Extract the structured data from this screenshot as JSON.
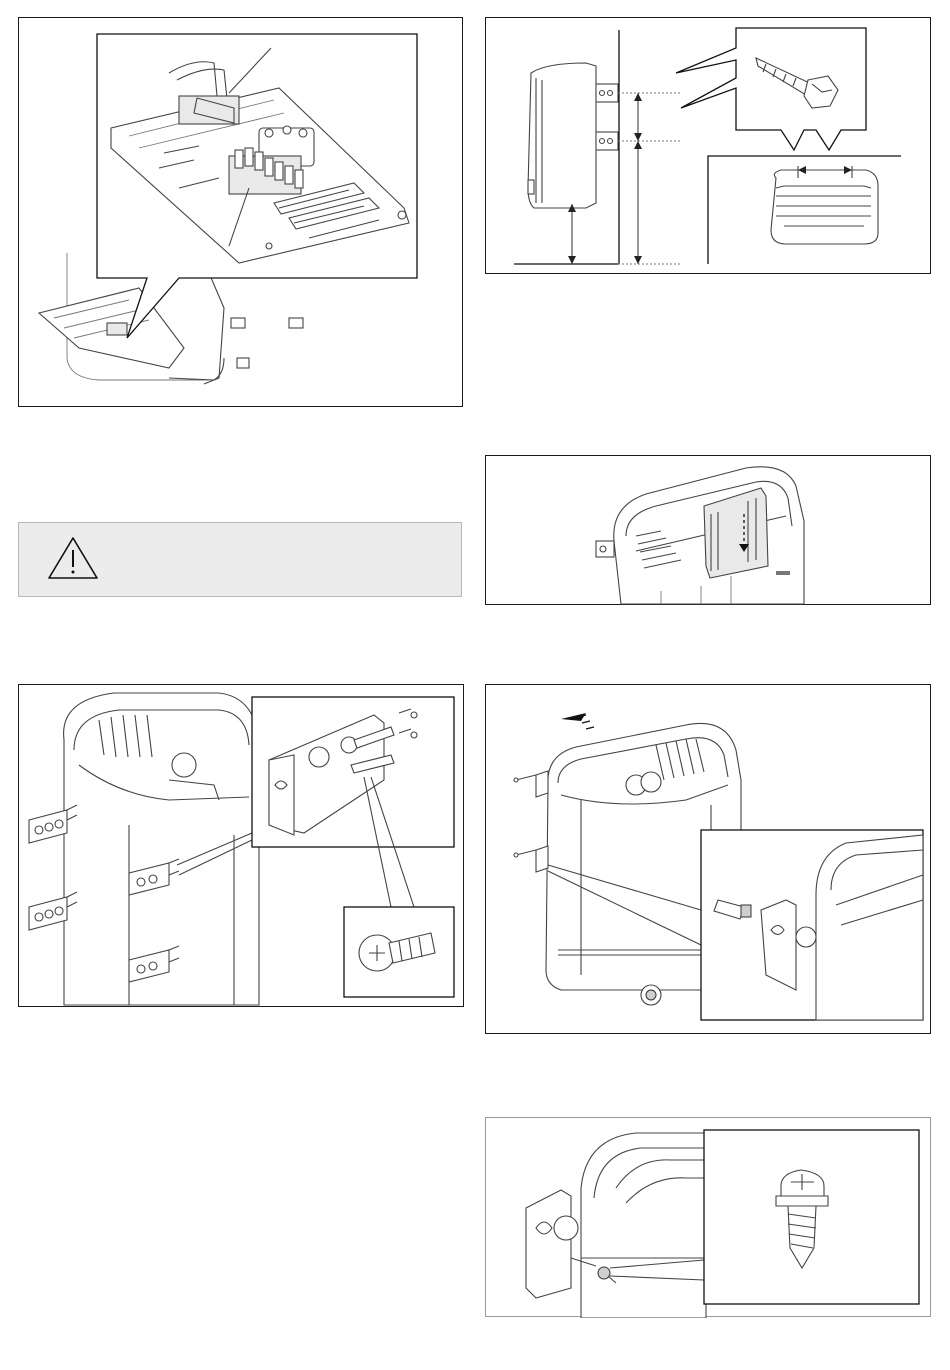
{
  "document": {
    "page_width": 950,
    "page_height": 1370
  },
  "warning": {
    "icon": "warning-triangle-icon",
    "text": ""
  },
  "figures": [
    {
      "id": "fig-terminal-block",
      "icon": "wiring-terminal-drawing"
    },
    {
      "id": "fig-mounting-dimensions",
      "icon": "mounting-dimensions-drawing"
    },
    {
      "id": "fig-heater-top-insert",
      "icon": "heater-top-drawing"
    },
    {
      "id": "fig-bracket-screws",
      "icon": "bracket-screw-drawing"
    },
    {
      "id": "fig-hang-heater",
      "icon": "hang-heater-drawing"
    },
    {
      "id": "fig-lock-screw",
      "icon": "lock-screw-drawing"
    }
  ],
  "colors": {
    "frame": "#1a1a1a",
    "frame_gray": "#9a9a9a",
    "warning_bg": "#ececec"
  }
}
